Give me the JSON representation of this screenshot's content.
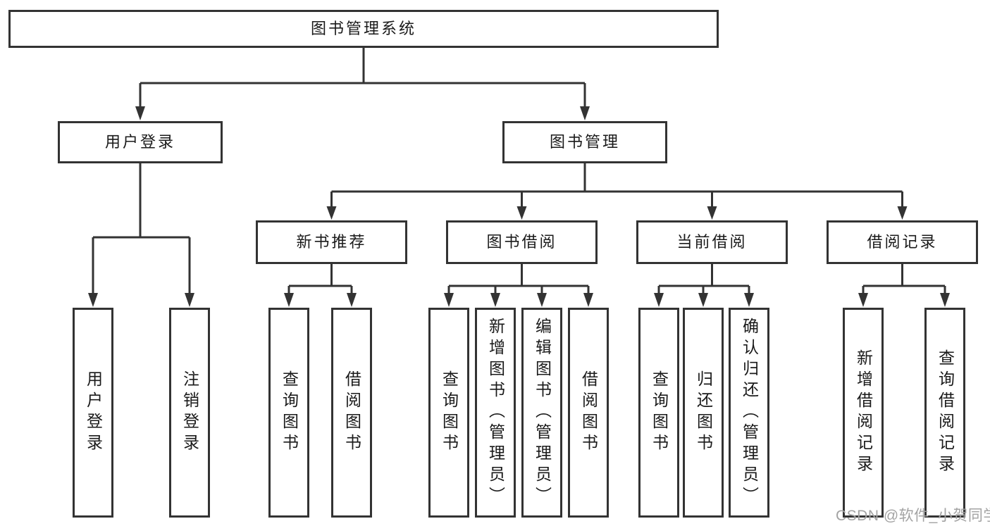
{
  "tree": {
    "label": "图书管理系统",
    "children": [
      {
        "label": "用户登录",
        "children": [
          {
            "label": "用户登录"
          },
          {
            "label": "注销登录"
          }
        ]
      },
      {
        "label": "图书管理",
        "children": [
          {
            "label": "新书推荐",
            "children": [
              {
                "label": "查询图书"
              },
              {
                "label": "借阅图书"
              }
            ]
          },
          {
            "label": "图书借阅",
            "children": [
              {
                "label": "查询图书"
              },
              {
                "label": "新增图书（管理员）"
              },
              {
                "label": "编辑图书（管理员）"
              },
              {
                "label": "借阅图书"
              }
            ]
          },
          {
            "label": "当前借阅",
            "children": [
              {
                "label": "查询图书"
              },
              {
                "label": "归还图书"
              },
              {
                "label": "确认归还（管理员）"
              }
            ]
          },
          {
            "label": "借阅记录",
            "children": [
              {
                "label": "新增借阅记录"
              },
              {
                "label": "查询借阅记录"
              }
            ]
          }
        ]
      }
    ]
  },
  "watermark": {
    "text": "CSDN @软件_小贺同学"
  },
  "colors": {
    "line": "#333333",
    "box_border": "#333333",
    "box_fill": "#ffffff",
    "text": "#1a1a1a",
    "watermark": "#a3a3a3"
  }
}
